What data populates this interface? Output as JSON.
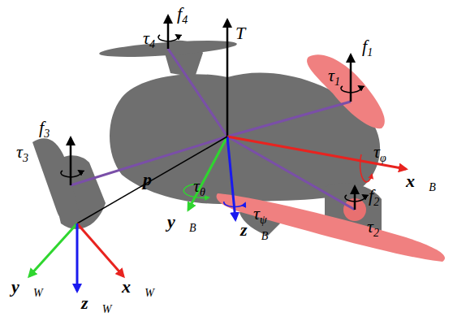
{
  "diagram": {
    "labels": [
      "f4",
      "τ4",
      "T",
      "f1",
      "τ1",
      "f3",
      "τ3",
      "τφ",
      "x⃗B",
      "τθ",
      "τψ",
      "f2",
      "τ2",
      "p",
      "y⃗B",
      "z⃗B",
      "y⃗W",
      "z⃗W",
      "x⃗W"
    ]
  }
}
